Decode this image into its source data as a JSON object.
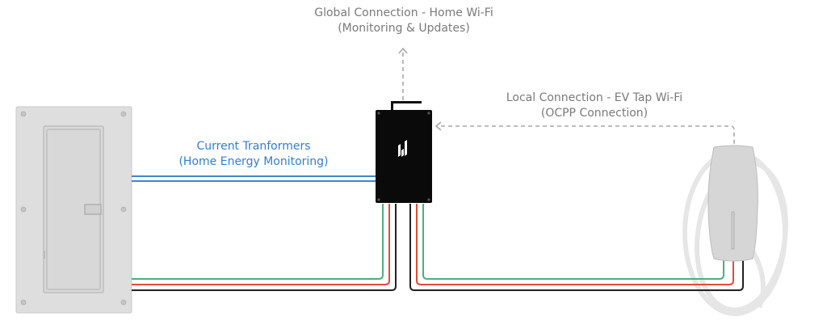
{
  "labels": {
    "global_line1": "Global Connection - Home Wi-Fi",
    "global_line2": "(Monitoring & Updates)",
    "local_line1": "Local Connection - EV Tap Wi-Fi",
    "local_line2": "(OCPP Connection)",
    "ct_line1": "Current Tranformers",
    "ct_line2": "(Home Energy Monitoring)"
  },
  "components": {
    "panel": "electrical-panel",
    "hub": "monitoring-hub",
    "charger": "ev-charger"
  },
  "colors": {
    "ct_wire": "#3a86d8",
    "green_wire": "#4caf7d",
    "red_wire": "#e24b3b",
    "black_wire": "#222222",
    "dashed": "#a8a8a8",
    "label_gray": "#7a7a7a",
    "label_blue": "#2f7fd6"
  }
}
